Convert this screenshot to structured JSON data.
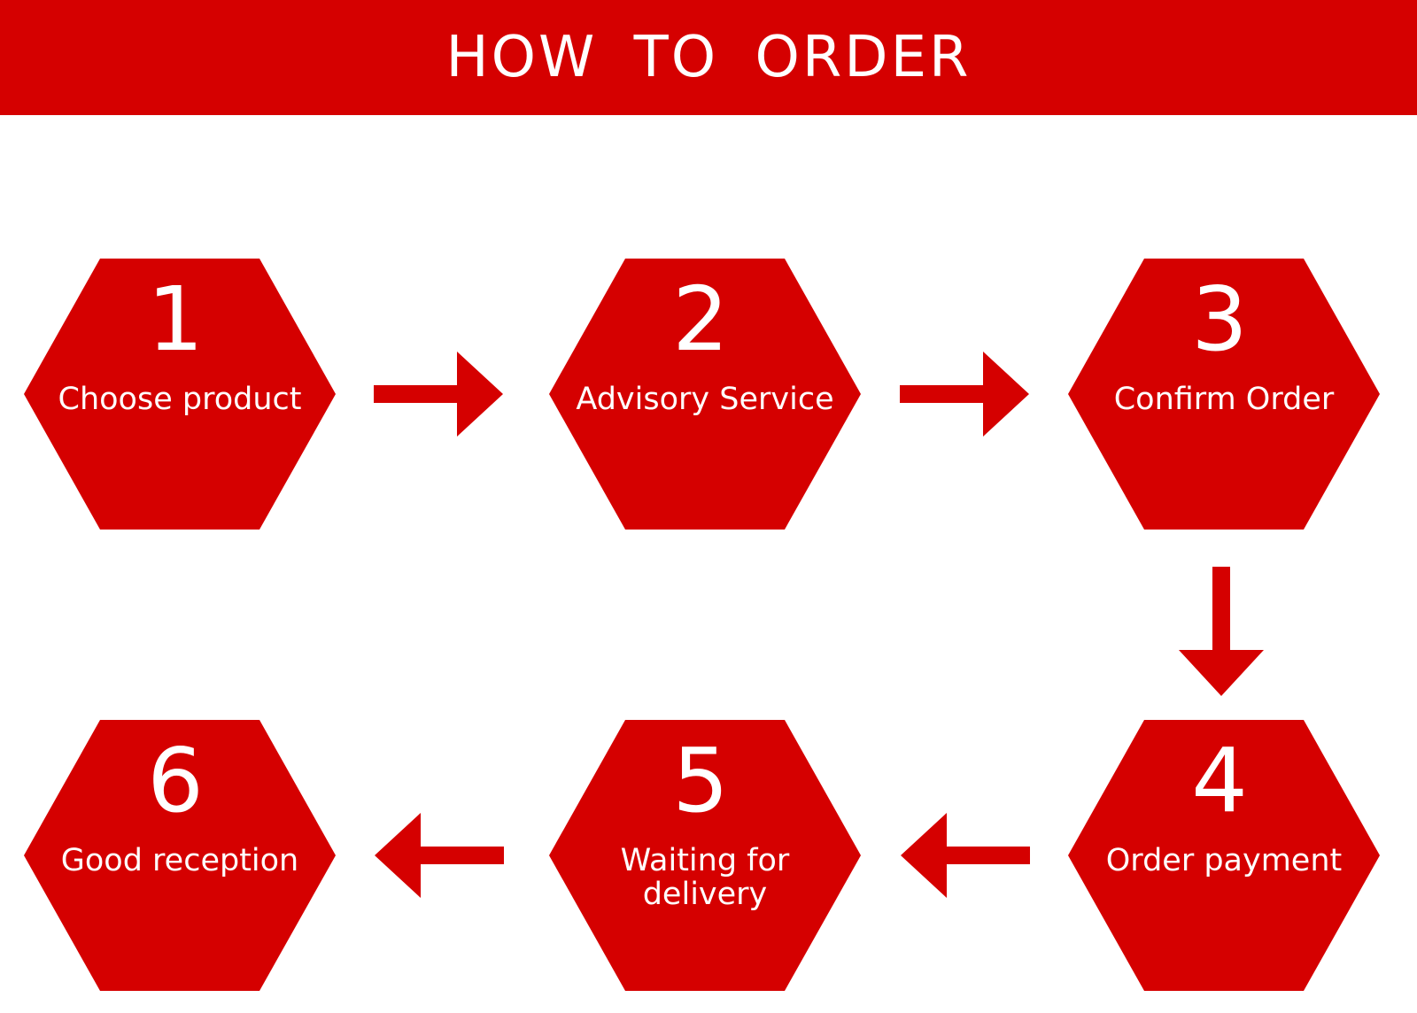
{
  "banner": {
    "title": "HOW TO ORDER"
  },
  "colors": {
    "accent": "#d50000",
    "text": "#ffffff",
    "background": "#ffffff"
  },
  "steps": [
    {
      "number": "1",
      "label_lines": [
        "Choose product"
      ]
    },
    {
      "number": "2",
      "label_lines": [
        "Advisory Service"
      ]
    },
    {
      "number": "3",
      "label_lines": [
        "Confirm Order"
      ]
    },
    {
      "number": "4",
      "label_lines": [
        "Order payment"
      ]
    },
    {
      "number": "5",
      "label_lines": [
        "Waiting for",
        "delivery"
      ]
    },
    {
      "number": "6",
      "label_lines": [
        "Good reception"
      ]
    }
  ],
  "flow": [
    {
      "from": "1",
      "to": "2",
      "direction": "right"
    },
    {
      "from": "2",
      "to": "3",
      "direction": "right"
    },
    {
      "from": "3",
      "to": "4",
      "direction": "down"
    },
    {
      "from": "4",
      "to": "5",
      "direction": "left"
    },
    {
      "from": "5",
      "to": "6",
      "direction": "left"
    }
  ]
}
